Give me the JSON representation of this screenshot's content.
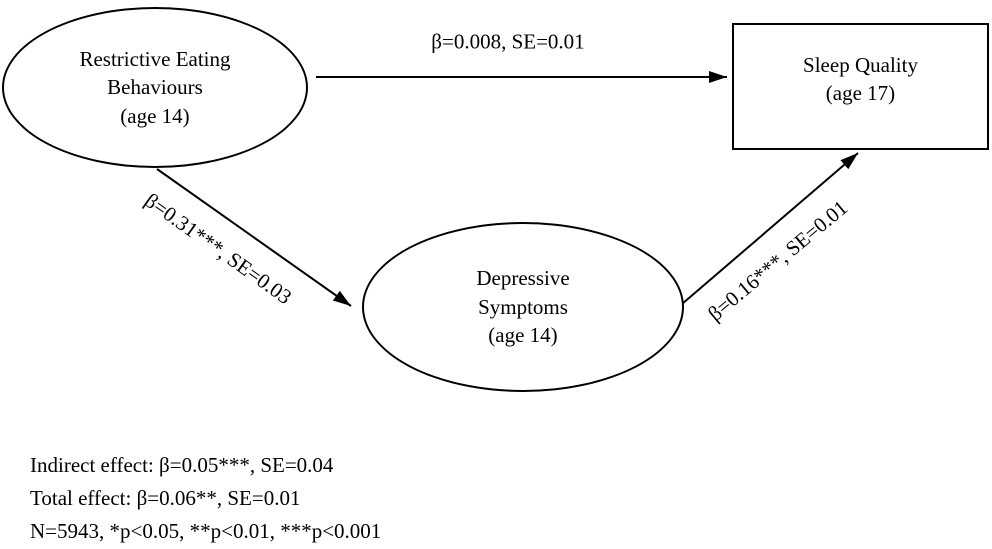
{
  "diagram": {
    "nodes": {
      "restrictive": {
        "label": "Restrictive Eating Behaviours",
        "age": "(age 14)"
      },
      "depressive": {
        "label": "Depressive Symptoms",
        "age": "(age 14)"
      },
      "sleep": {
        "label": "Sleep Quality",
        "age": "(age 17)"
      }
    },
    "paths": {
      "direct": {
        "label": "β=0.008, SE=0.01"
      },
      "a": {
        "label": "β=0.31***, SE=0.03"
      },
      "b": {
        "label": "β=0.16***, SE=0.01"
      }
    },
    "notes": [
      "Indirect effect: β=0.05***, SE=0.04",
      "Total effect: β=0.06**, SE=0.01",
      "N=5943, *p<0.05, **p<0.01, ***p<0.001"
    ],
    "colors": {
      "ink": "#000000",
      "background": "#ffffff"
    }
  }
}
